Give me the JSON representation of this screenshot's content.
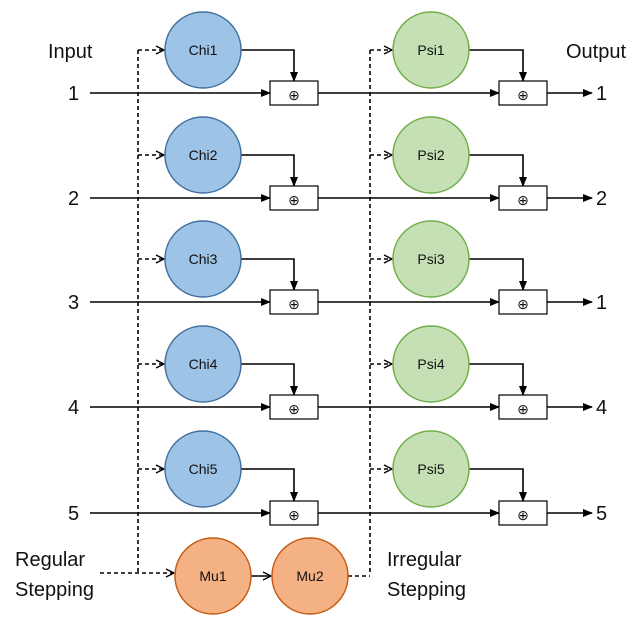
{
  "labels": {
    "input": "Input",
    "output": "Output",
    "regular_stepping": [
      "Regular",
      "Stepping"
    ],
    "irregular_stepping": [
      "Irregular",
      "Stepping"
    ]
  },
  "input_numbers": [
    "1",
    "2",
    "3",
    "4",
    "5"
  ],
  "output_numbers": [
    "1",
    "2",
    "1",
    "4",
    "5"
  ],
  "chi_wheels": [
    "Chi1",
    "Chi2",
    "Chi3",
    "Chi4",
    "Chi5"
  ],
  "psi_wheels": [
    "Psi1",
    "Psi2",
    "Psi3",
    "Psi4",
    "Psi5"
  ],
  "mu_wheels": [
    "Mu1",
    "Mu2"
  ],
  "xor_symbol": "⊕",
  "colors": {
    "chi_fill": "#9dc3e6",
    "chi_stroke": "#41719c",
    "psi_fill": "#c5e0b4",
    "psi_stroke": "#70ad47",
    "mu_fill": "#f4b183",
    "mu_stroke": "#c55a11",
    "line": "#000000"
  }
}
